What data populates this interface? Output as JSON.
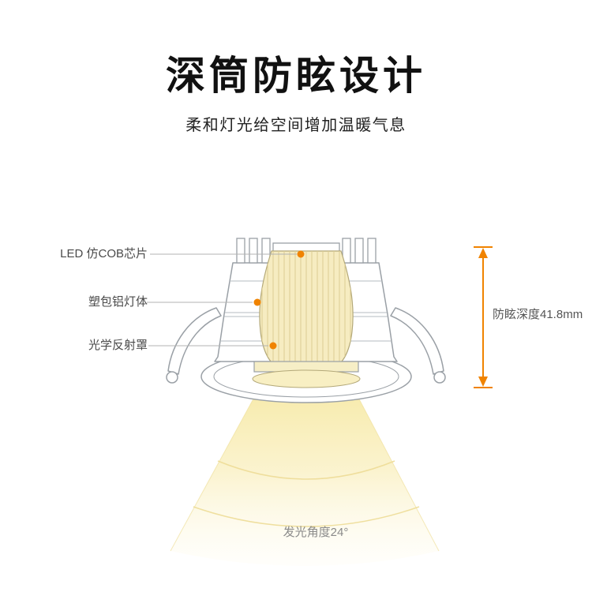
{
  "header": {
    "title": "深筒防眩设计",
    "subtitle": "柔和灯光给空间增加温暖气息"
  },
  "diagram": {
    "callouts": [
      {
        "label": "LED 仿COB芯片"
      },
      {
        "label": "塑包铝灯体"
      },
      {
        "label": "光学反射罩"
      }
    ],
    "depth_dimension": {
      "label": "防眩深度41.8mm"
    },
    "beam": {
      "label": "发光角度24°"
    },
    "colors": {
      "accent_orange": "#f08300",
      "reflector_fill": "#f6ecc1",
      "beam_yellow": "#f7eaa8",
      "outline_gray": "#9aa0a6",
      "background": "#ffffff"
    }
  }
}
